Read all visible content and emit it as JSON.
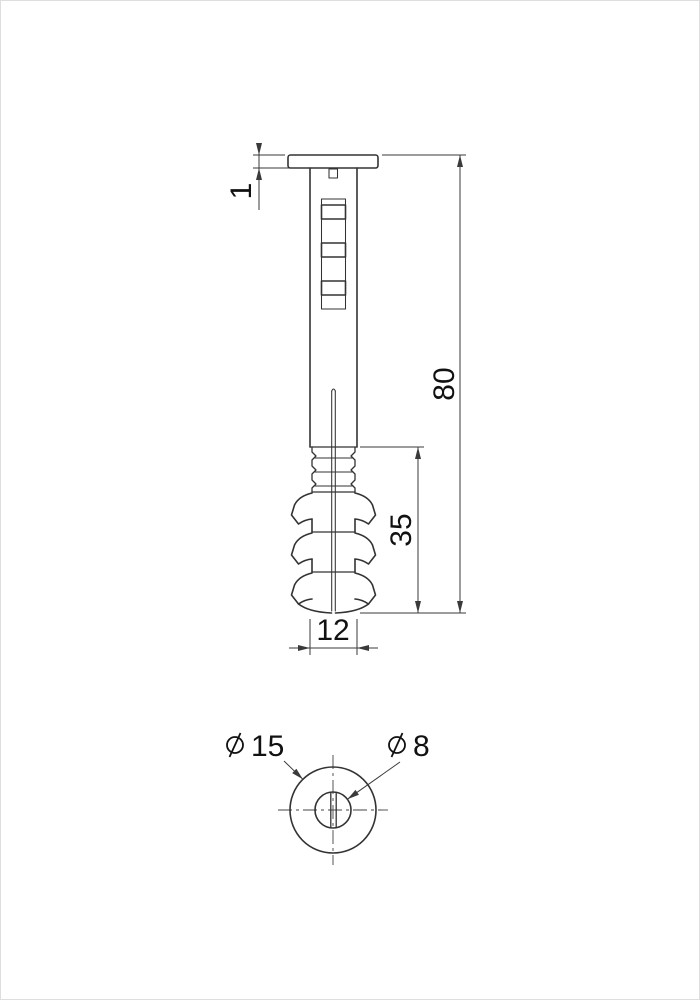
{
  "front_view": {
    "dimensions": {
      "collar_thickness": "1",
      "overall_length": "80",
      "expansion_zone_length": "35",
      "body_width": "12"
    }
  },
  "bottom_view": {
    "outer_diameter": "15",
    "inner_diameter": "8"
  },
  "style": {
    "line_color": "#333333",
    "dimension_color": "#3a3a3a",
    "text_color": "#111111",
    "background_color": "#ffffff"
  }
}
